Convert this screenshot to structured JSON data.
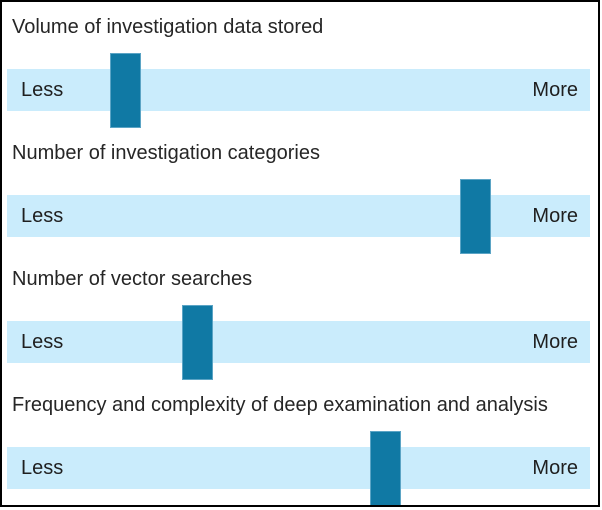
{
  "colors": {
    "track": "#caecfc",
    "handle": "#1079a4",
    "handle_border": "#5ba4c5",
    "label_text": "#262626",
    "frame_border": "#000000"
  },
  "sliders": [
    {
      "label": "Volume of investigation data stored",
      "less_label": "Less",
      "more_label": "More",
      "value_percent": 20.3
    },
    {
      "label": "Number of investigation categories",
      "less_label": "Less",
      "more_label": "More",
      "value_percent": 80.4
    },
    {
      "label": "Number of vector searches",
      "less_label": "Less",
      "more_label": "More",
      "value_percent": 32.6
    },
    {
      "label": "Frequency and complexity of deep examination and analysis",
      "less_label": "Less",
      "more_label": "More",
      "value_percent": 65.0
    }
  ]
}
